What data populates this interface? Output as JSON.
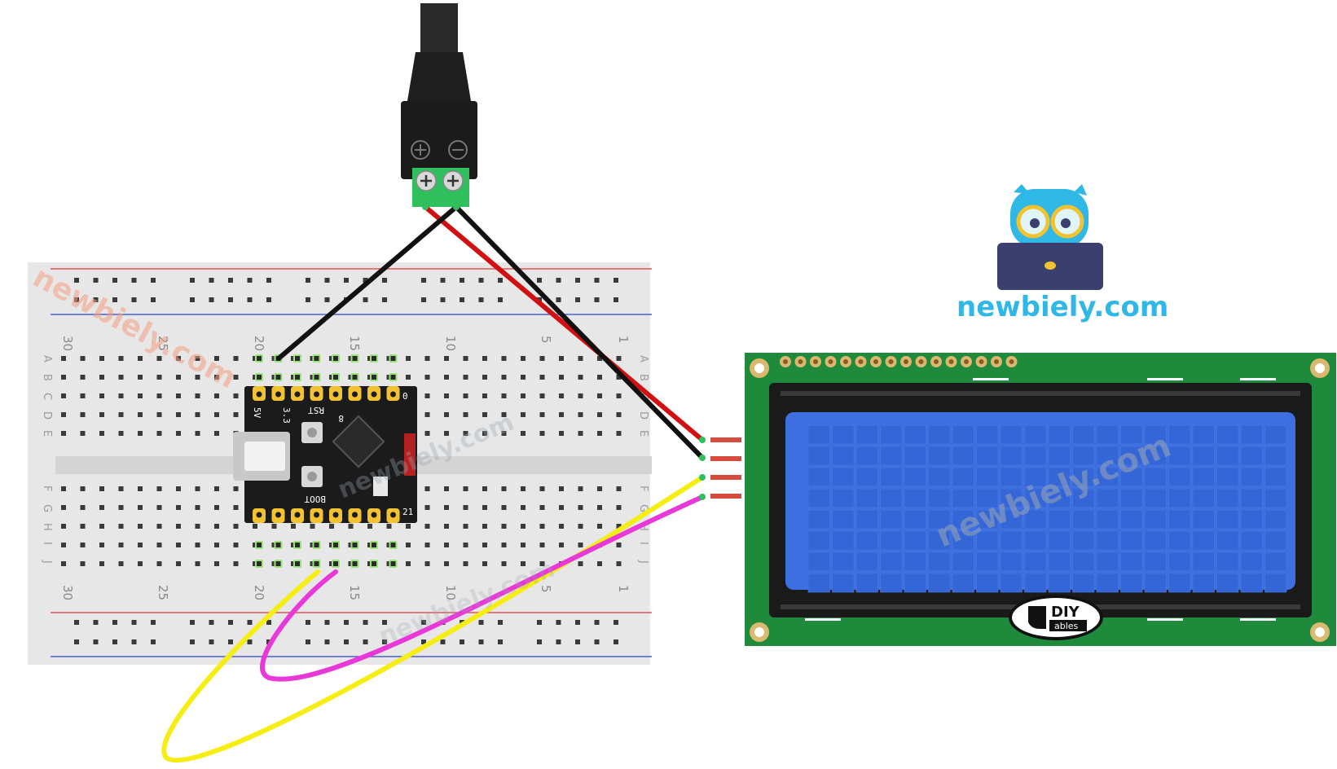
{
  "brand": {
    "site": "newbiely.com",
    "colors": {
      "cyan": "#2fb8e6",
      "navy": "#3a3f6e",
      "yellow": "#f2c230"
    }
  },
  "watermarks": [
    "newbiely.com",
    "newbiely.com",
    "newbiely.com",
    "newbiely.com"
  ],
  "breadboard": {
    "column_numbers": [
      "30",
      "25",
      "20",
      "15",
      "10",
      "5",
      "1"
    ],
    "row_letters_top": [
      "A",
      "B",
      "C",
      "D",
      "E"
    ],
    "row_letters_bottom": [
      "F",
      "G",
      "H",
      "I",
      "J"
    ]
  },
  "microcontroller": {
    "labels": {
      "rst": "RST",
      "boot": "BOOT",
      "pin_0": "0",
      "pin_21": "21",
      "pin_8": "8",
      "pin_3v3": "3.3",
      "pin_5v": "5V"
    }
  },
  "power_jack": {
    "plus_icon": "plus-circle-icon",
    "minus_icon": "minus-circle-icon",
    "screw_icon": "screw-icon"
  },
  "lcd": {
    "logo": {
      "main": "DIY",
      "sub": "ables"
    },
    "colors": {
      "pcb": "#1f8a3b",
      "screen": "#3e6fe0",
      "bezel": "#1a1a1a"
    }
  },
  "wires": {
    "colors": {
      "black": "#111111",
      "red": "#d11111",
      "yellow": "#f5ee10",
      "magenta": "#e838d8"
    }
  }
}
